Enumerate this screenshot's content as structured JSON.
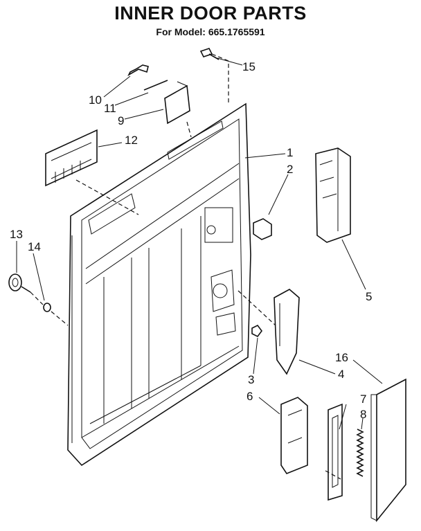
{
  "diagram": {
    "title": "INNER DOOR PARTS",
    "subtitle": "For Model: 665.1765591"
  },
  "callouts": [
    "1",
    "2",
    "3",
    "4",
    "5",
    "6",
    "7",
    "8",
    "9",
    "10",
    "11",
    "12",
    "13",
    "14",
    "15",
    "16"
  ],
  "colors": {
    "ink": "#111111",
    "paper": "#ffffff"
  }
}
